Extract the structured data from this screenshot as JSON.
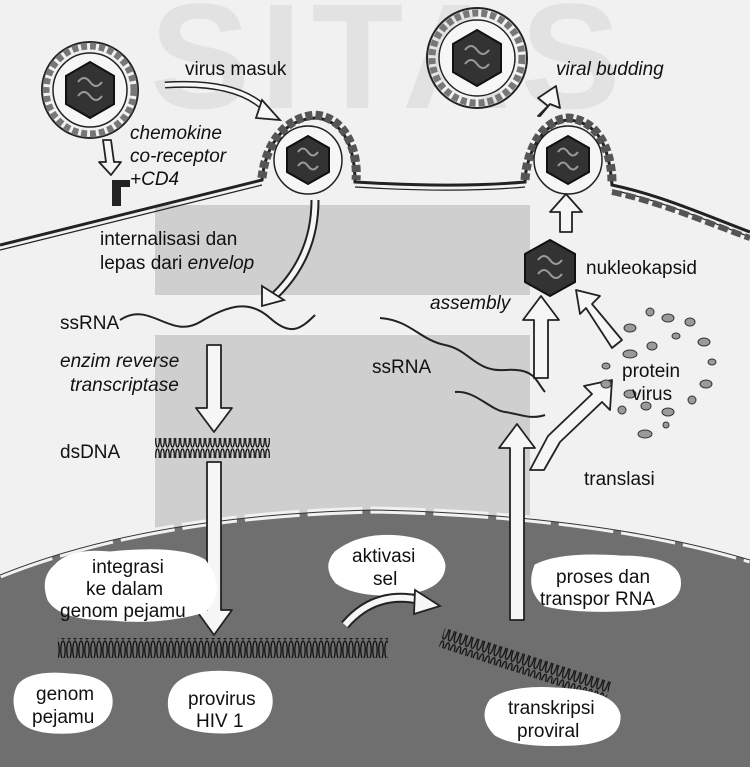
{
  "labels": {
    "virus_masuk": "virus masuk",
    "viral_budding": "viral budding",
    "chemokine": "chemokine",
    "co_receptor": "co-receptor",
    "cd4": "+CD4",
    "internalisasi_1": "internalisasi dan",
    "internalisasi_2a": "lepas dari ",
    "internalisasi_2b": "envelop",
    "nukleokapsid": "nukleokapsid",
    "assembly": "assembly",
    "ssrna_left": "ssRNA",
    "ssrna_right": "ssRNA",
    "enzim_1": "enzim reverse",
    "enzim_2": "transcriptase",
    "protein_1": "protein",
    "protein_2": "virus",
    "dsdna": "dsDNA",
    "translasi": "translasi",
    "integrasi_1": "integrasi",
    "integrasi_2": "ke dalam",
    "integrasi_3": "genom pejamu",
    "aktivasi_1": "aktivasi",
    "aktivasi_2": "sel",
    "proses_1": "proses dan",
    "proses_2": "transpor RNA",
    "genom_1": "genom",
    "genom_2": "pejamu",
    "provirus_1": "provirus",
    "provirus_2": "HIV 1",
    "transkripsi_1": "transkripsi",
    "transkripsi_2": "proviral"
  },
  "colors": {
    "background": "#f1f1f1",
    "shaded_panel": "#cfcfcf",
    "nucleus": "#6f6f6f",
    "line": "#222222",
    "cloud": "#ffffff"
  }
}
